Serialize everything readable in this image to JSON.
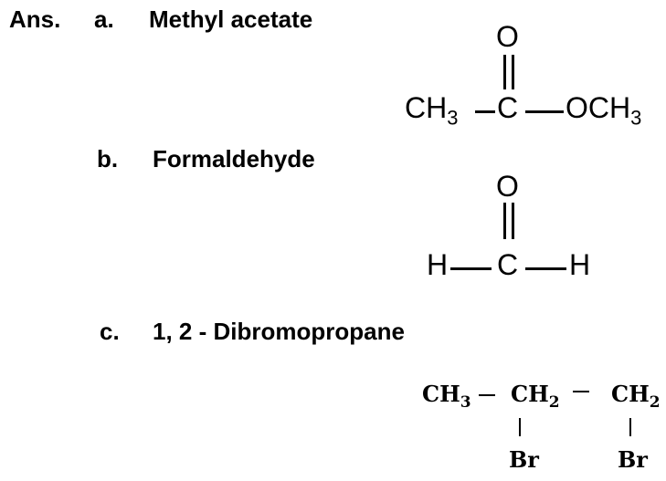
{
  "answer_label": "Ans.",
  "items": [
    {
      "letter": "a.",
      "name": "Methyl acetate",
      "structure": {
        "top_atom": "O",
        "left_group": "CH",
        "left_sub": "3",
        "center_atom": "C",
        "right_group": "OCH",
        "right_sub": "3"
      }
    },
    {
      "letter": "b.",
      "name": "Formaldehyde",
      "structure": {
        "top_atom": "O",
        "left_atom": "H",
        "center_atom": "C",
        "right_atom": "H"
      }
    },
    {
      "letter": "c.",
      "name": "1, 2 - Dibromopropane",
      "structure": {
        "group1": "CH",
        "group1_sub": "3",
        "group2": "CH",
        "group2_sub": "2",
        "group3": "CH",
        "group3_sub": "2",
        "sub1": "Br",
        "sub2": "Br"
      }
    }
  ]
}
